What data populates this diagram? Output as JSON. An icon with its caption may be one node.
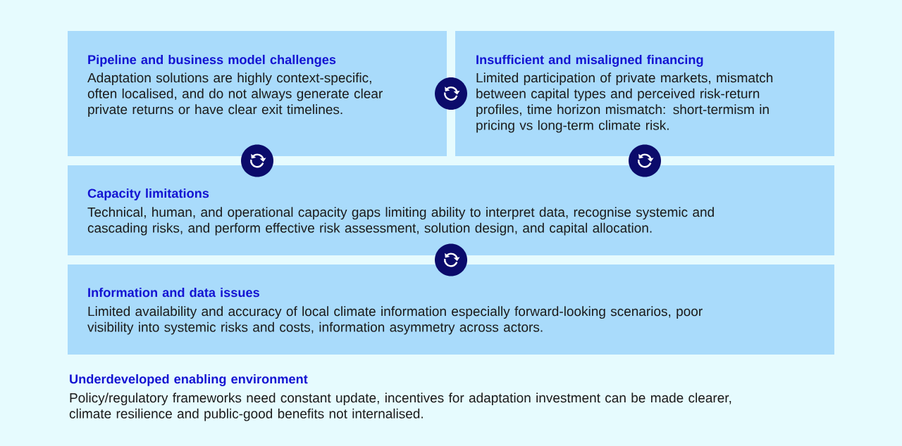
{
  "diagram": {
    "nodes": [
      {
        "text": [
          "Pipeline and business model challenges",
          "Adaptation solutions are highly context-specific, often localised, and do not always generate clear private returns or have clear exit timelines."
        ]
      },
      {
        "text": [
          "Insufficient and misaligned financing",
          "Limited participation of private markets, mismatch between capital types and perceived risk-return profiles, time horizon mismatch: short-termism in pricing vs long-term climate risk."
        ]
      },
      {
        "text": [
          "Capacity limitations",
          "Technical, human, and operational capacity gaps limiting ability to interpret data, recognise systemic and cascading risks, and perform effective risk assessment, solution design, and capital allocation."
        ]
      },
      {
        "text": [
          "Information and data issues",
          "Limited availability and accuracy of local climate information especially forward-looking scenarios, poor visibility into systemic risks and costs, information asymmetry across actors."
        ]
      }
    ],
    "edges": [
      {
        "from": 0,
        "to": 1,
        "arrow": "both"
      },
      {
        "from": 0,
        "to": 2,
        "arrow": "both"
      },
      {
        "from": 1,
        "to": 2,
        "arrow": "both"
      },
      {
        "from": 2,
        "to": 3,
        "arrow": "both"
      }
    ],
    "labels": [
      "Underdeveloped enabling environment",
      "Policy/regulatory frameworks need constant update, incentives for adaptation investment can be made clearer, climate resilience and public-good benefits not internalised."
    ]
  }
}
